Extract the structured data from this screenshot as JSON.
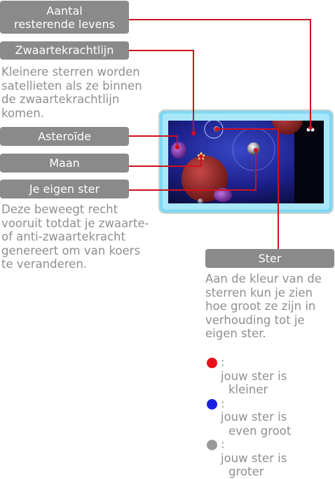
{
  "labels": {
    "lives": [
      "Aantal",
      "resterende levens"
    ],
    "gravity_line": "Zwaartekrachtlijn",
    "asteroid": "Asteroïde",
    "moon": "Maan",
    "own_star": "Je eigen ster",
    "star": "Ster"
  },
  "descriptions": {
    "gravity_line": [
      "Kleinere sterren worden",
      "satellieten als ze binnen",
      "de zwaartekrachtlijn",
      "komen."
    ],
    "own_star": [
      "Deze beweegt recht",
      "vooruit totdat je zwaarte-",
      "of anti-zwaartekracht",
      "genereert om van koers",
      "te veranderen."
    ],
    "star": [
      "Aan de kleur van de",
      "sterren kun je zien",
      "hoe groot ze zijn in",
      "verhouding tot je",
      "eigen ster."
    ]
  },
  "legend": [
    {
      "color": "#e8111a",
      "lines": [
        "jouw ster is",
        "kleiner"
      ]
    },
    {
      "color": "#1a22e0",
      "lines": [
        "jouw ster is",
        "even groot"
      ]
    },
    {
      "color": "#9a9a9a",
      "lines": [
        "jouw ster is",
        "groter"
      ]
    }
  ],
  "colors": {
    "label_bg": "#8a8a8a",
    "leader_line": "#d0101c",
    "screen_frame": "#7fd8f2",
    "space_bg": "#1a1f7a"
  }
}
